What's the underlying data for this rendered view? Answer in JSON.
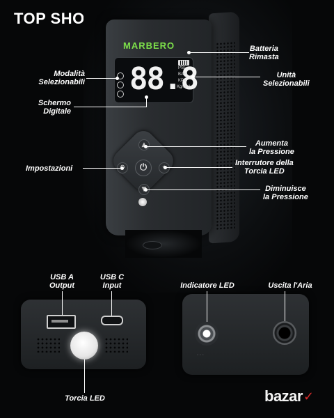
{
  "shop": {
    "title": "TOP SHOP"
  },
  "device": {
    "brand": "MARBERO",
    "display_value": "88.8",
    "units": [
      "PSI",
      "BAR",
      "KPA",
      "Kg/cm²"
    ]
  },
  "callouts": {
    "battery": [
      "Batteria",
      "Rimasta"
    ],
    "units": [
      "Unità",
      "Selezionabili"
    ],
    "modes": [
      "Modalità",
      "Selezionabili"
    ],
    "screen": [
      "Schermo",
      "Digitale"
    ],
    "increase": [
      "Aumenta",
      "la Pressione"
    ],
    "settings": [
      "Impostazioni"
    ],
    "torch_switch": [
      "Interrutore della",
      "Torcia LED"
    ],
    "decrease": [
      "Diminuisce",
      "la Pressione"
    ]
  },
  "ports": {
    "usb_a": [
      "USB A",
      "Output"
    ],
    "usb_c": [
      "USB C",
      "Input"
    ],
    "torch": "Torcia LED",
    "led_indicator": "Indicatore LED",
    "air_outlet": "Uscita l'Aria"
  },
  "watermark": {
    "text": "bazar"
  }
}
